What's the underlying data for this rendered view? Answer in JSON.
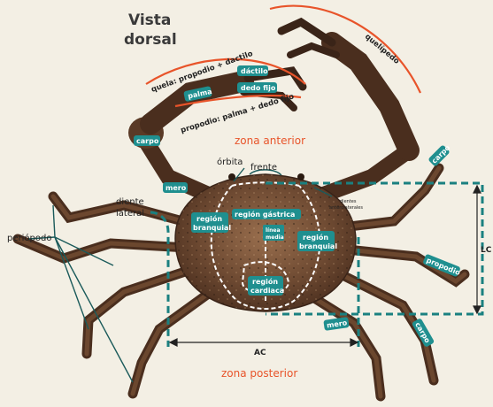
{
  "title": {
    "line1": "Vista",
    "line2": "dorsal"
  },
  "zones": {
    "anterior": "zona anterior",
    "posterior": "zona posterior"
  },
  "arc_labels": {
    "quela": "quela: propodio + dactilo",
    "propodio": "propodio: palma + dedo fijo",
    "quelipedo": "quelípedo"
  },
  "labels": {
    "orbita": "órbita",
    "frente": "frente",
    "diente_lateral_1": "diente",
    "diente_lateral_2": "lateral",
    "periopodo": "periópodo",
    "dientes_antero_1": "dientes",
    "dientes_antero_2": "anterolaterales",
    "lc": "LC",
    "ac": "AC"
  },
  "tags": {
    "dactilo": "dáctilo",
    "dedo_fijo": "dedo fijo",
    "palma": "palma",
    "carpo_left": "carpo",
    "carpo_right": "carpo",
    "carpo_lower": "carpo",
    "mero_left": "mero",
    "mero_lower": "mero",
    "propodio": "propodio",
    "region_branquial_left_1": "región",
    "region_branquial_left_2": "branquial",
    "region_branquial_right_1": "región",
    "region_branquial_right_2": "branquial",
    "region_gastrica": "región gástrica",
    "linea_media_1": "línea",
    "linea_media_2": "media",
    "region_cardiaca_1": "región",
    "region_cardiaca_2": "cardiaca"
  },
  "colors": {
    "background": "#f3efe4",
    "tag_teal": "#1f8f8f",
    "dashed_teal": "#1a8080",
    "accent_orange": "#e8542a",
    "crab_dark": "#4a2e1e",
    "crab_mid": "#7a5236"
  }
}
